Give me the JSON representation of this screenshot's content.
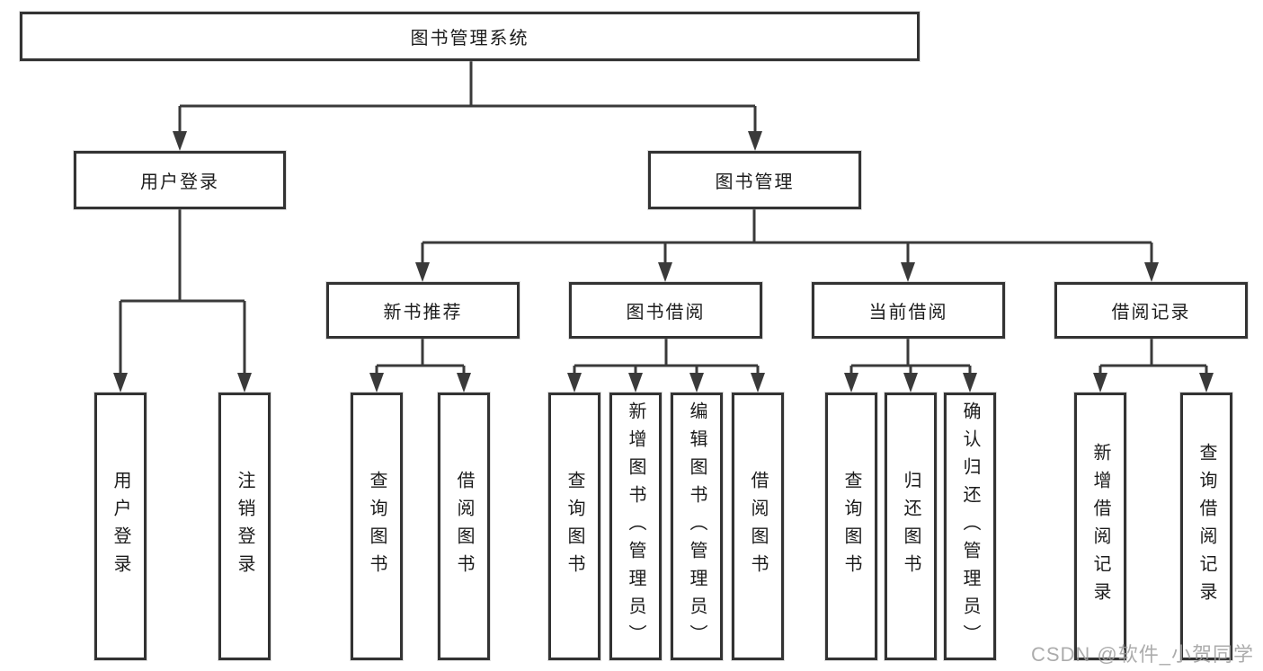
{
  "tree": {
    "root": {
      "label": "图书管理系统"
    },
    "user": {
      "label": "用户登录",
      "children": [
        {
          "label": "用户登录"
        },
        {
          "label": "注销登录"
        }
      ]
    },
    "mgmt": {
      "label": "图书管理",
      "groups": [
        {
          "label": "新书推荐",
          "children": [
            {
              "label": "查询图书"
            },
            {
              "label": "借阅图书"
            }
          ]
        },
        {
          "label": "图书借阅",
          "children": [
            {
              "label": "查询图书"
            },
            {
              "label": "新增图书（管理员）"
            },
            {
              "label": "编辑图书（管理员）"
            },
            {
              "label": "借阅图书"
            }
          ]
        },
        {
          "label": "当前借阅",
          "children": [
            {
              "label": "查询图书"
            },
            {
              "label": "归还图书"
            },
            {
              "label": "确认归还（管理员）"
            }
          ]
        },
        {
          "label": "借阅记录",
          "children": [
            {
              "label": "新增借阅记录"
            },
            {
              "label": "查询借阅记录"
            }
          ]
        }
      ]
    }
  },
  "watermark": "CSDN @软件_小贺同学",
  "colors": {
    "line": "#3a3a3a",
    "box_border": "#333333",
    "text": "#1c1c1c",
    "watermark": "#9e9e9e",
    "background": "#ffffff"
  }
}
